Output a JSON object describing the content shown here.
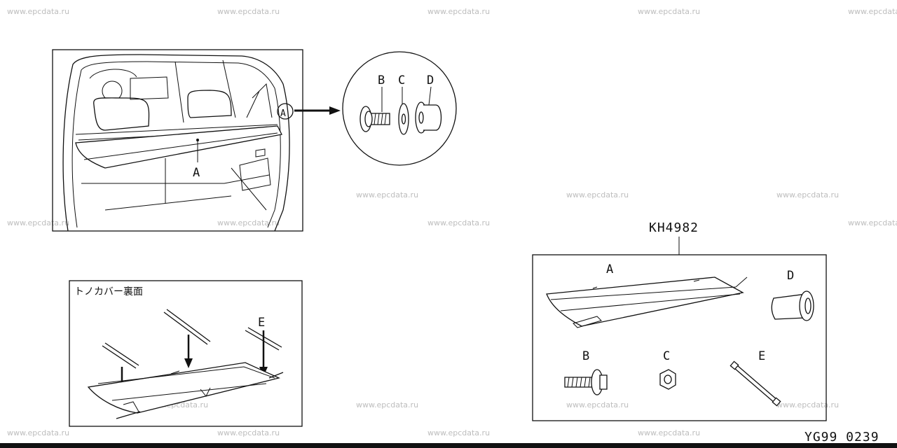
{
  "watermark": "www.epcdata.ru",
  "callout_labels": {
    "b": "B",
    "c": "C",
    "d": "D"
  },
  "interior_label": "A",
  "underside_title": "トノカバー裏面",
  "underside_label": "E",
  "kit_code": "KH4982",
  "kit_labels": {
    "a": "A",
    "b": "B",
    "c": "C",
    "d": "D",
    "e": "E"
  },
  "footer_code": "YG99 0239"
}
